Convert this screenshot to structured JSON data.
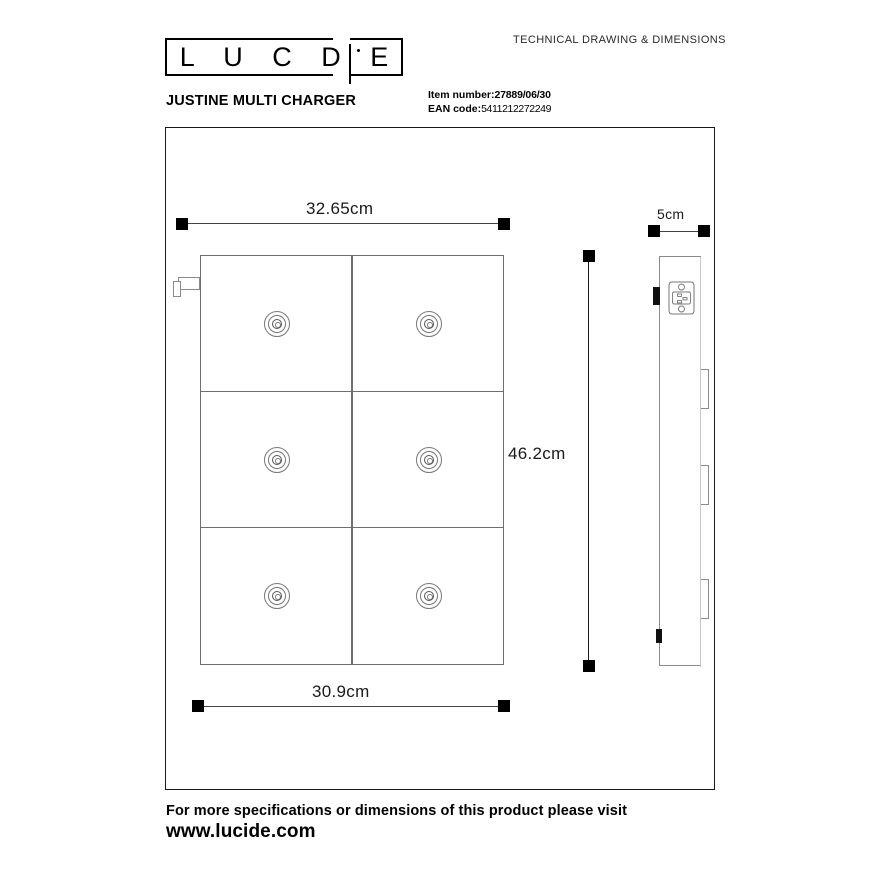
{
  "header": {
    "brand": "LUCIDE",
    "brand_letters": "L U C  D E",
    "caption": "TECHNICAL DRAWING & DIMENSIONS",
    "product_title": "JUSTINE MULTI CHARGER",
    "item_number_label": "Item number:",
    "item_number_value": "27889/06/30",
    "ean_label": "EAN code:",
    "ean_value": "5411212272249"
  },
  "dimensions": {
    "width_top": "32.65cm",
    "width_bottom": "30.9cm",
    "height_right": "46.2cm",
    "depth": "5cm"
  },
  "drawing": {
    "front_view_name": "front-view",
    "side_view_name": "side-view",
    "socket_count": 6,
    "grid_rows": 3,
    "grid_cols": 2,
    "socket_icon": "concentric-circle-socket-icon",
    "inlet_icon": "iec-power-inlet-icon",
    "cable_tab": "cable-entry-tab"
  },
  "footer": {
    "line1": "For more specifications or dimensions of this product please visit",
    "line2": "www.lucide.com"
  },
  "colors": {
    "ink": "#000000",
    "line": "#8a8a8a",
    "frame": "#1a1a1a"
  }
}
